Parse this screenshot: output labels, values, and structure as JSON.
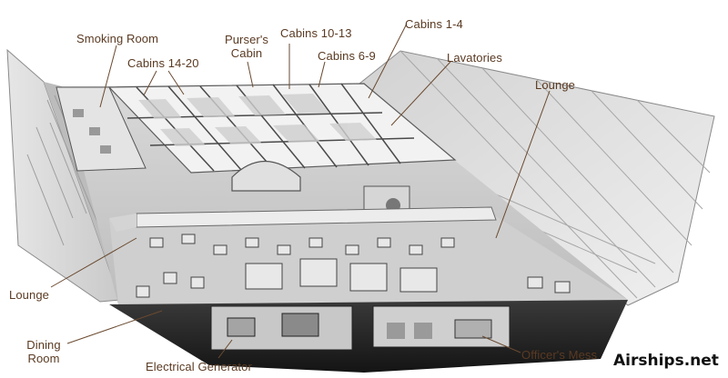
{
  "labels": {
    "smoking_room": "Smoking Room",
    "cabins_14_20": "Cabins 14-20",
    "pursers_cabin_line1": "Purser's",
    "pursers_cabin_line2": "Cabin",
    "cabins_10_13": "Cabins 10-13",
    "cabins_6_9": "Cabins 6-9",
    "cabins_1_4": "Cabins 1-4",
    "lavatories": "Lavatories",
    "lounge_right": "Lounge",
    "lounge_left": "Lounge",
    "dining_room_line1": "Dining",
    "dining_room_line2": "Room",
    "electrical_generator": "Electrical Generator",
    "officers_mess": "Officer's Mess"
  },
  "watermark": "Airships.net",
  "colors": {
    "label_text": "#5a3a22",
    "leader_line": "#6b4a30",
    "watermark": "#111111"
  }
}
